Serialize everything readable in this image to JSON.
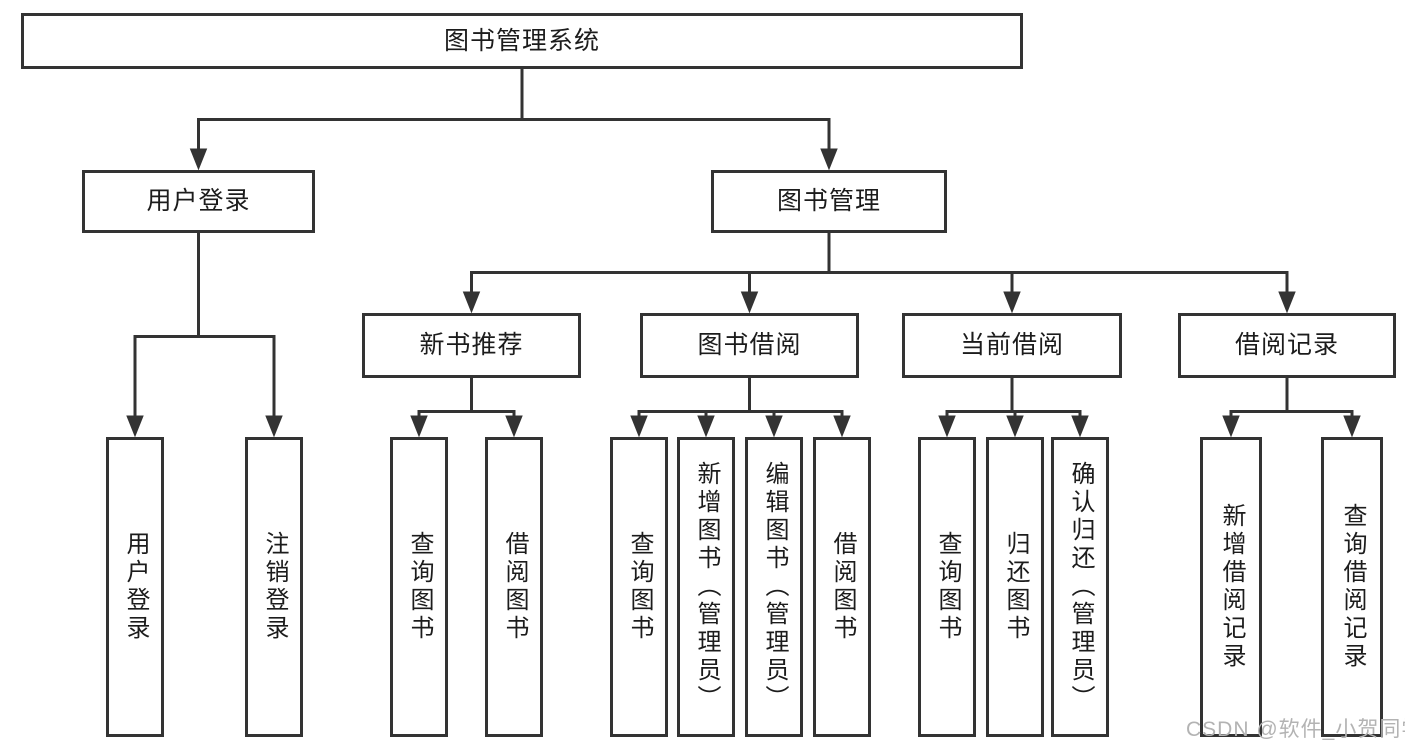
{
  "diagram": {
    "root": {
      "label": "图书管理系统",
      "children": [
        {
          "label": "用户登录",
          "children": [
            {
              "label": "用户登录"
            },
            {
              "label": "注销登录"
            }
          ]
        },
        {
          "label": "图书管理",
          "children": [
            {
              "label": "新书推荐",
              "children": [
                {
                  "label": "查询图书"
                },
                {
                  "label": "借阅图书"
                }
              ]
            },
            {
              "label": "图书借阅",
              "children": [
                {
                  "label": "查询图书"
                },
                {
                  "label": "新增图书（管理员）"
                },
                {
                  "label": "编辑图书（管理员）"
                },
                {
                  "label": "借阅图书"
                }
              ]
            },
            {
              "label": "当前借阅",
              "children": [
                {
                  "label": "查询图书"
                },
                {
                  "label": "归还图书"
                },
                {
                  "label": "确认归还（管理员）"
                }
              ]
            },
            {
              "label": "借阅记录",
              "children": [
                {
                  "label": "新增借阅记录"
                },
                {
                  "label": "查询借阅记录"
                }
              ]
            }
          ]
        }
      ]
    }
  },
  "colors": {
    "line": "#333333",
    "box_border": "#333333",
    "text": "#1c1c1c",
    "watermark": "#b3b3b3",
    "background": "#ffffff"
  },
  "watermark": {
    "text": "CSDN @软件_小贺同学"
  }
}
